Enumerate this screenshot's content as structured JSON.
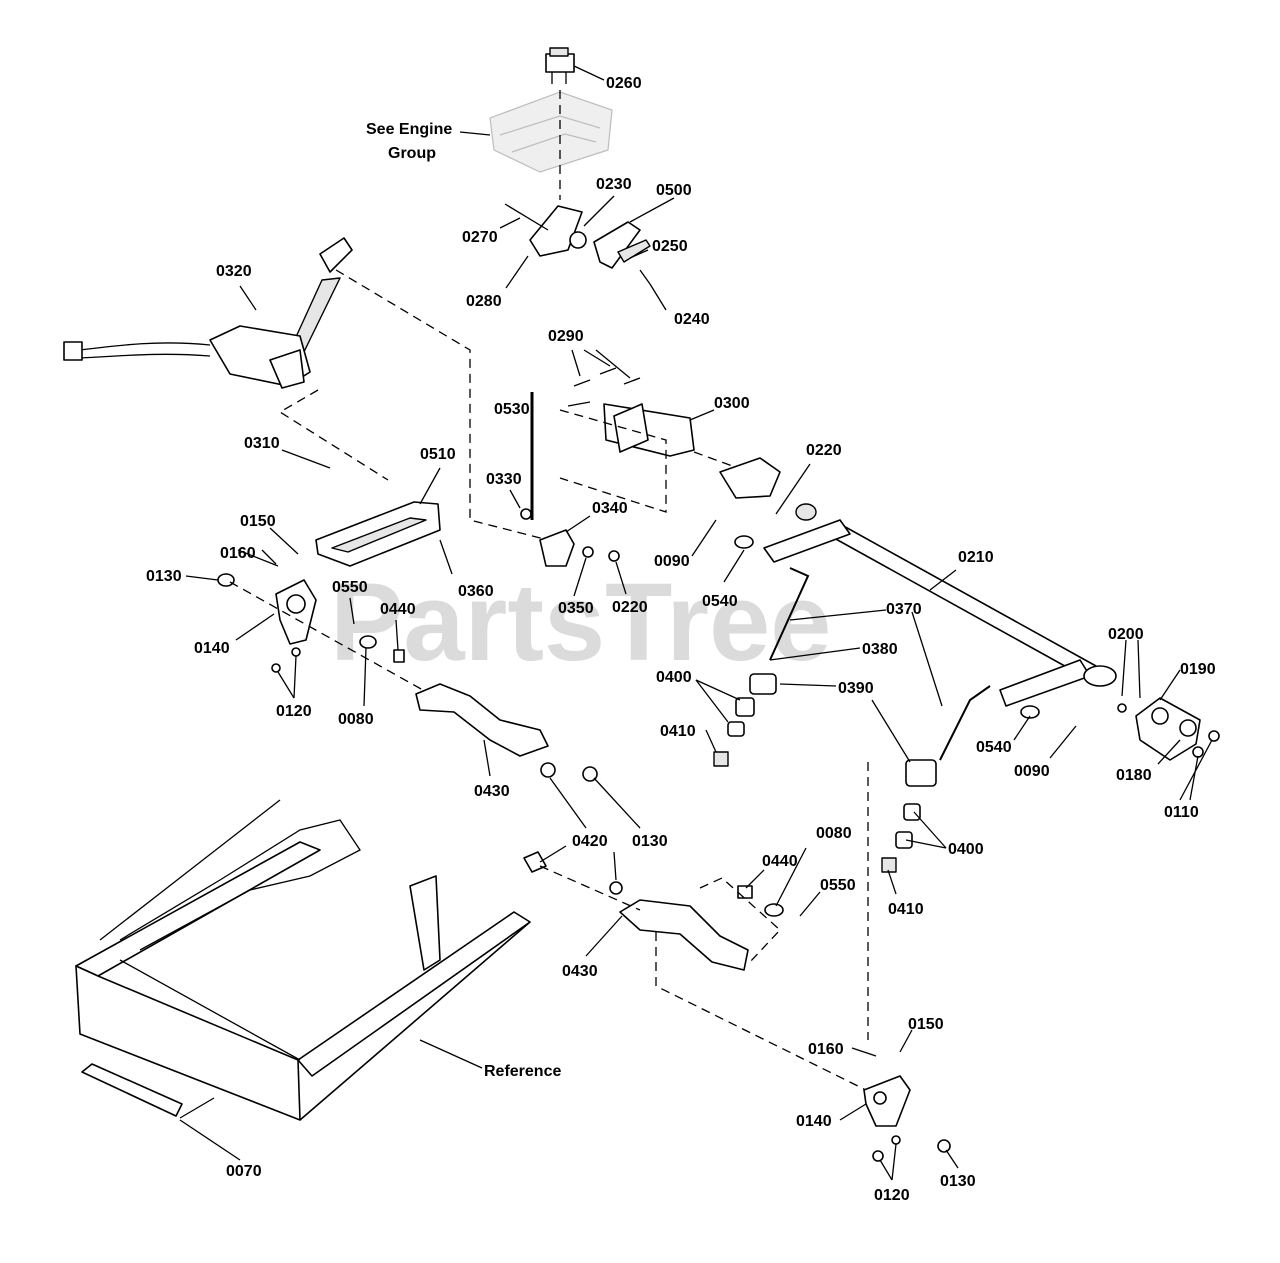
{
  "watermark": "PartsTree",
  "watermark_mark": "™",
  "annotations": {
    "see_engine_line1": "See Engine",
    "see_engine_line2": "Group",
    "reference": "Reference"
  },
  "callouts": [
    "0260",
    "0270",
    "0230",
    "0500",
    "0250",
    "0240",
    "0280",
    "0320",
    "0290",
    "0530",
    "0300",
    "0220",
    "0310",
    "0510",
    "0330",
    "0340",
    "0150",
    "0160",
    "0130",
    "0140",
    "0550",
    "0440",
    "0360",
    "0350",
    "0220",
    "0090",
    "0540",
    "0210",
    "0370",
    "0380",
    "0390",
    "0400",
    "0410",
    "0200",
    "0190",
    "0180",
    "0110",
    "0540",
    "0090",
    "0120",
    "0080",
    "0430",
    "0420",
    "0130",
    "0400",
    "0410",
    "0440",
    "0080",
    "0550",
    "0430",
    "0160",
    "0150",
    "0140",
    "0120",
    "0130",
    "0070"
  ]
}
